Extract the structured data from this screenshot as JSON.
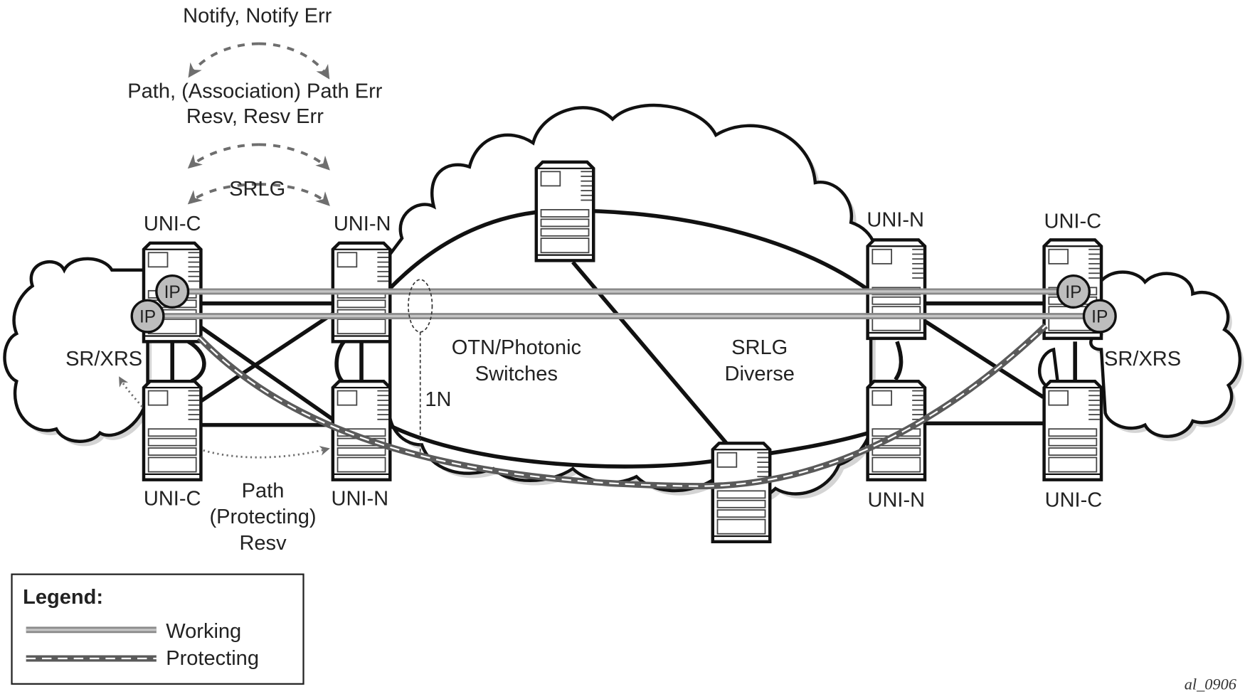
{
  "figure_id": "al_0906",
  "signaling": {
    "notify": "Notify, Notify Err",
    "path_line1": "Path, (Association) Path Err",
    "path_line2": "Resv, Resv Err",
    "srlg": "SRLG"
  },
  "nodes": {
    "left_top_client": "UNI-C",
    "left_top_network": "UNI-N",
    "left_bottom_client": "UNI-C",
    "left_bottom_network": "UNI-N",
    "right_top_network": "UNI-N",
    "right_top_client": "UNI-C",
    "right_bottom_network": "UNI-N",
    "right_bottom_client": "UNI-C"
  },
  "clouds": {
    "left": "SR/XRS",
    "right": "SR/XRS",
    "core_line1": "OTN/Photonic",
    "core_line2": "Switches",
    "diverse_line1": "SRLG",
    "diverse_line2": "Diverse"
  },
  "ip_badge": "IP",
  "one_n": "1N",
  "protecting_signal": {
    "line1": "Path",
    "line2": "(Protecting)",
    "line3": "Resv"
  },
  "legend": {
    "title": "Legend:",
    "items": [
      {
        "label": "Working",
        "style": "working"
      },
      {
        "label": "Protecting",
        "style": "protecting"
      }
    ]
  },
  "colors": {
    "working": "#8a8a8a",
    "protecting": "#5a5a5a",
    "ip_fill": "#bdbdbd",
    "signal": "#6e6e6e"
  }
}
